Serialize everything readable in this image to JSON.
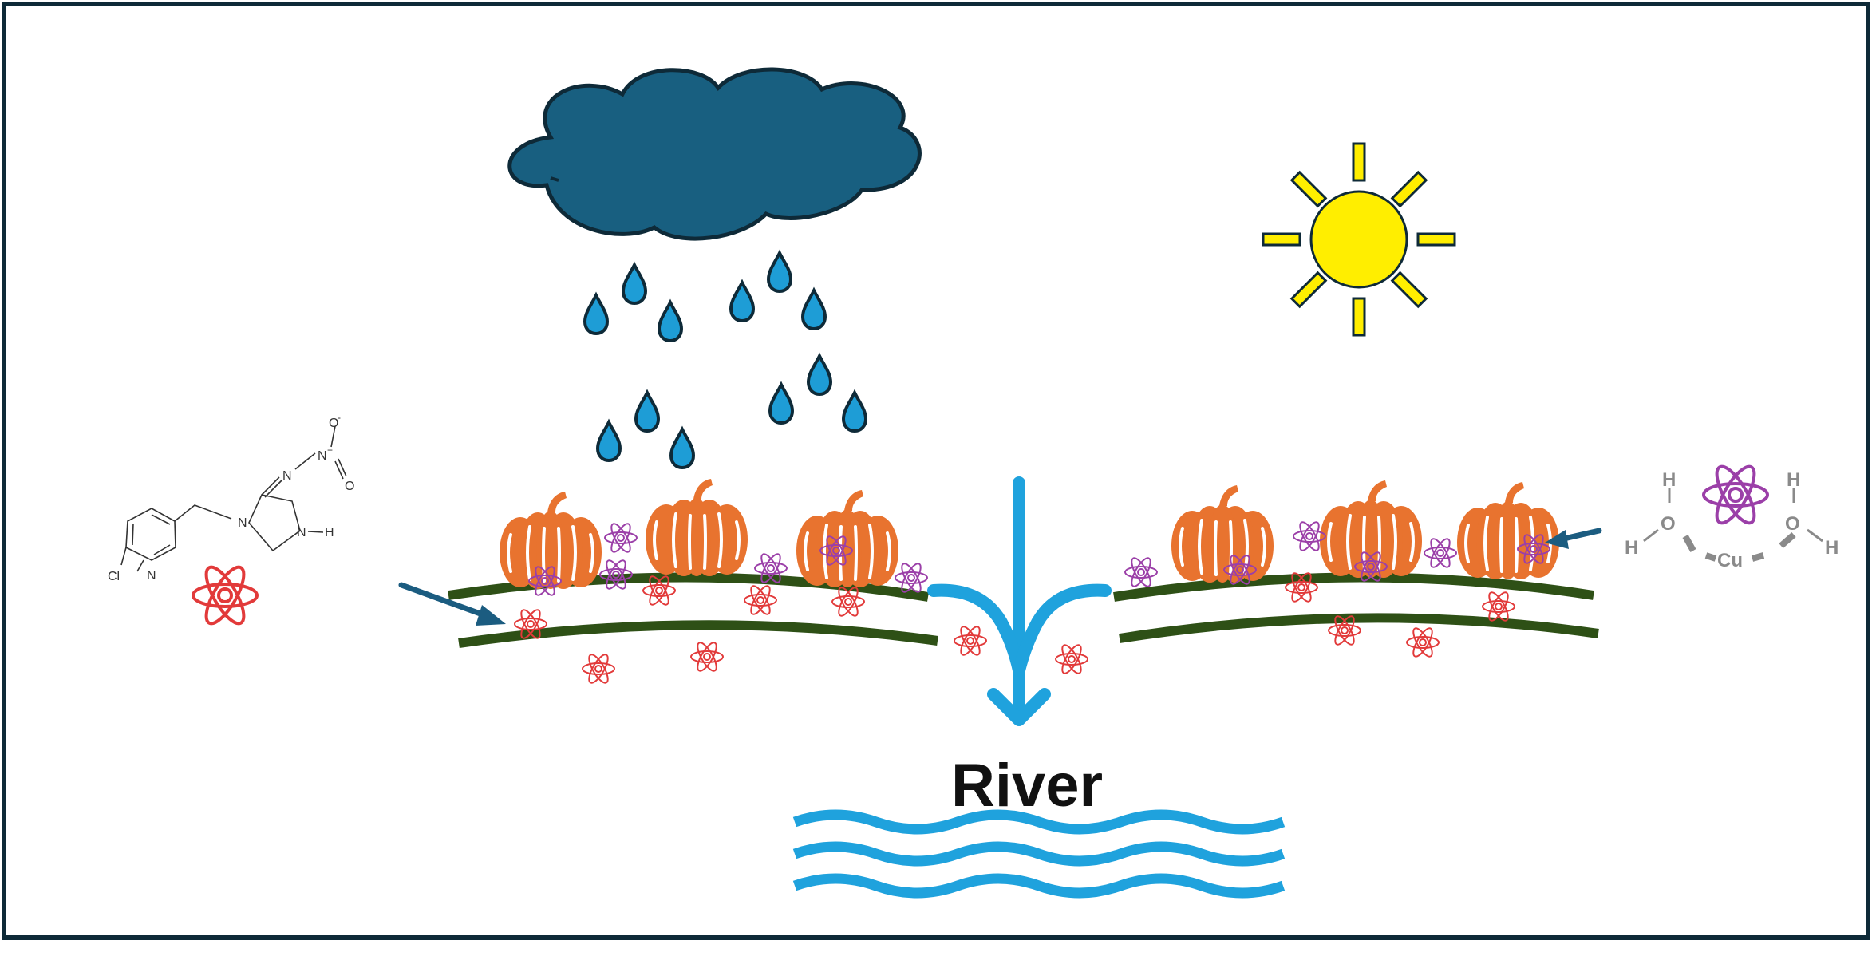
{
  "labels": {
    "river": "River"
  },
  "molecules": {
    "imidacloprid": {
      "atoms": [
        "O",
        "-",
        "N",
        "+",
        "O",
        "N",
        "N",
        "H",
        "N",
        "N",
        "Cl"
      ]
    },
    "copper_complex": {
      "atoms": [
        "H",
        "O",
        "H",
        "Cu",
        "H",
        "O",
        "H"
      ]
    }
  },
  "icons": {
    "cloud": "cloud-icon",
    "sun": "sun-icon",
    "raindrop": "raindrop-icon",
    "pumpkin": "pumpkin-icon",
    "atom": "atom-icon",
    "river": "river-waves-icon"
  },
  "colors": {
    "frame": "#0e2a38",
    "cloud": "#185f80",
    "rain": "#1e9dd6",
    "sun": "#ffee00",
    "pumpkin": "#e8732f",
    "soil": "#2e5016",
    "atom_red": "#e23a3a",
    "atom_purple": "#9b3fa8",
    "arrow": "#1b5c80",
    "flow": "#1fa2dd",
    "river": "#1fa2dd"
  }
}
